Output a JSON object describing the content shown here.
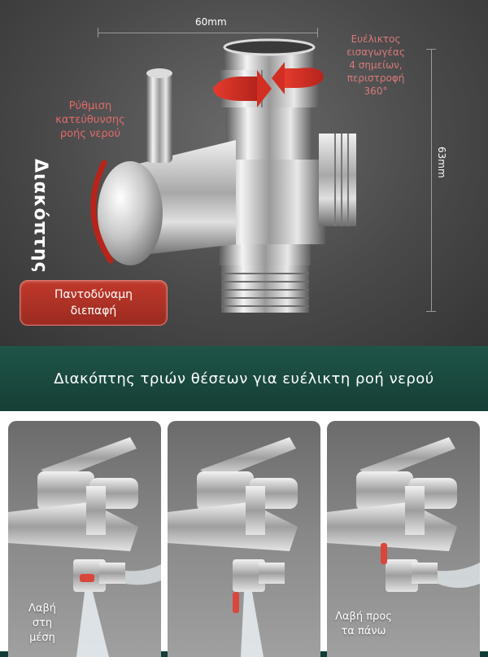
{
  "hero": {
    "width_label": "60mm",
    "height_label": "63mm",
    "adapter_callout": [
      "Ευέλικτος",
      "εισαγωγέας",
      "4 σημείων,",
      "περιστροφή",
      "360°"
    ],
    "flow_callout": [
      "Ρύθμιση",
      "κατεύθυνσης",
      "ροής νερού"
    ],
    "switch_word": "Διακόπτης",
    "badge_lines": [
      "Παντοδύναμη",
      "διεπαφή"
    ]
  },
  "banner": {
    "title": "Διακόπτης τριών θέσεων για ευέλικτη ροή νερού"
  },
  "panels": {
    "left_caption": [
      "Λαβή",
      "στη",
      "μέση"
    ],
    "right_caption": [
      "Λαβή προς",
      "τα πάνω"
    ]
  },
  "colors": {
    "accent_red": "#c0392b",
    "banner_green": "#1a4a40"
  }
}
